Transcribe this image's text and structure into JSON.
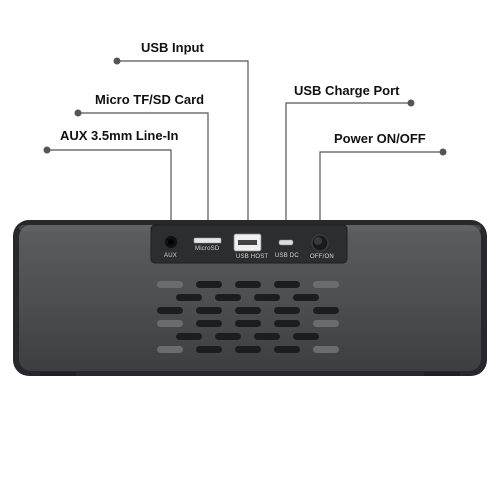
{
  "callouts": {
    "usb_input": "USB Input",
    "micro_sd": "Micro TF/SD Card",
    "usb_charge": "USB Charge Port",
    "aux": "AUX 3.5mm Line-In",
    "power": "Power ON/OFF"
  },
  "port_labels": {
    "aux": "AUX",
    "micro_sd": "MicroSD",
    "usb_host": "USB HOST",
    "usb_dc": "USB DC",
    "off_on": "OFF/ON"
  },
  "colors": {
    "speaker_body": "#505256",
    "speaker_frame": "#2b2c2f",
    "leader_line": "#555555"
  }
}
